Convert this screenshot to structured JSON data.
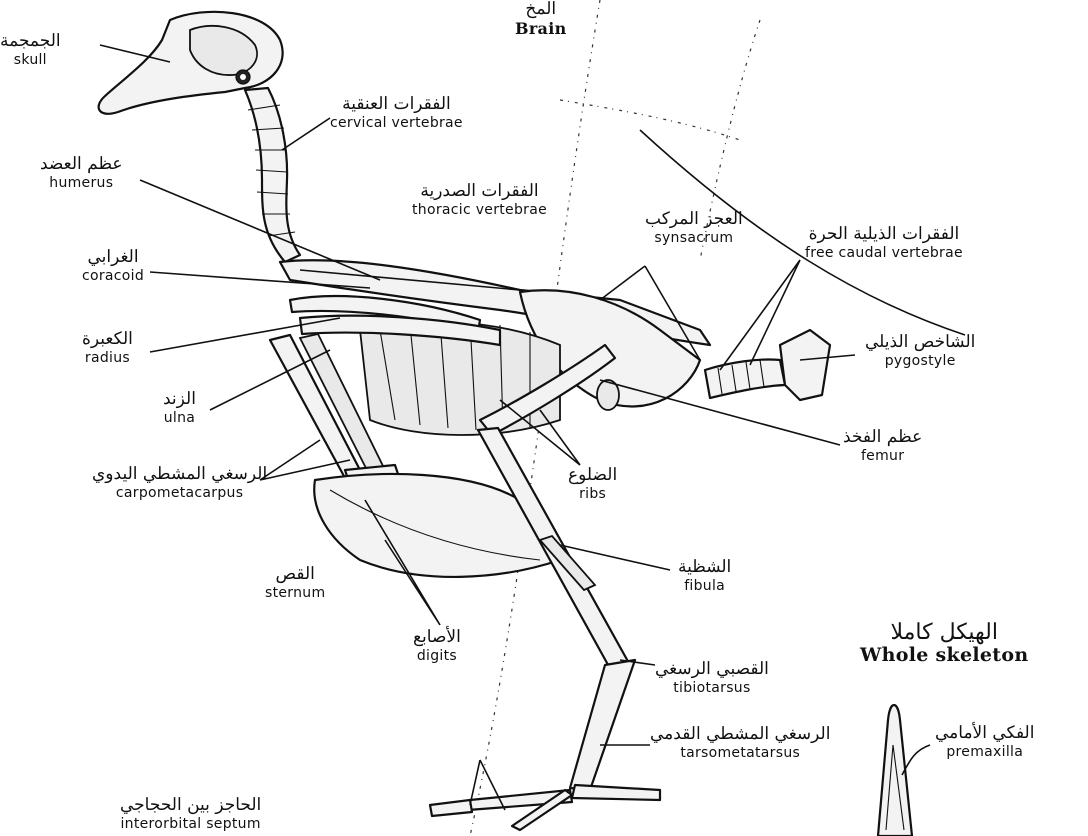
{
  "labels": {
    "brain": {
      "ar": "المخ",
      "en": "Brain"
    },
    "skull": {
      "ar": "الجمجمة",
      "en": "skull"
    },
    "cervical": {
      "ar": "الفقرات العنقية",
      "en": "cervical vertebrae"
    },
    "humerus": {
      "ar": "عظم العضد",
      "en": "humerus"
    },
    "thoracic": {
      "ar": "الفقرات الصدرية",
      "en": "thoracic vertebrae"
    },
    "synsacrum": {
      "ar": "العجز المركب",
      "en": "synsacrum"
    },
    "free_caudal": {
      "ar": "الفقرات الذيلية الحرة",
      "en": "free caudal vertebrae"
    },
    "coracoid": {
      "ar": "الغرابي",
      "en": "coracoid"
    },
    "radius": {
      "ar": "الكعبرة",
      "en": "radius"
    },
    "pygostyle": {
      "ar": "الشاخص الذيلي",
      "en": "pygostyle"
    },
    "ulna": {
      "ar": "الزند",
      "en": "ulna"
    },
    "femur": {
      "ar": "عظم الفخذ",
      "en": "femur"
    },
    "carpometacarpus": {
      "ar": "الرسغي المشطي اليدوي",
      "en": "carpometacarpus"
    },
    "ribs": {
      "ar": "الضلوع",
      "en": "ribs"
    },
    "sternum": {
      "ar": "القص",
      "en": "sternum"
    },
    "fibula": {
      "ar": "الشظية",
      "en": "fibula"
    },
    "digits": {
      "ar": "الأصابع",
      "en": "digits"
    },
    "tibiotarsus": {
      "ar": "القصبي الرسغي",
      "en": "tibiotarsus"
    },
    "tarsometatarsus": {
      "ar": "الرسغي المشطي القدمي",
      "en": "tarsometatarsus"
    },
    "interorbital": {
      "ar": "الحاجز بين الحجاجي",
      "en": "interorbital septum"
    },
    "premaxilla": {
      "ar": "الفكي الأمامي",
      "en": "premaxilla"
    }
  },
  "title": {
    "ar": "الهيكل كاملا",
    "en": "Whole skeleton"
  }
}
